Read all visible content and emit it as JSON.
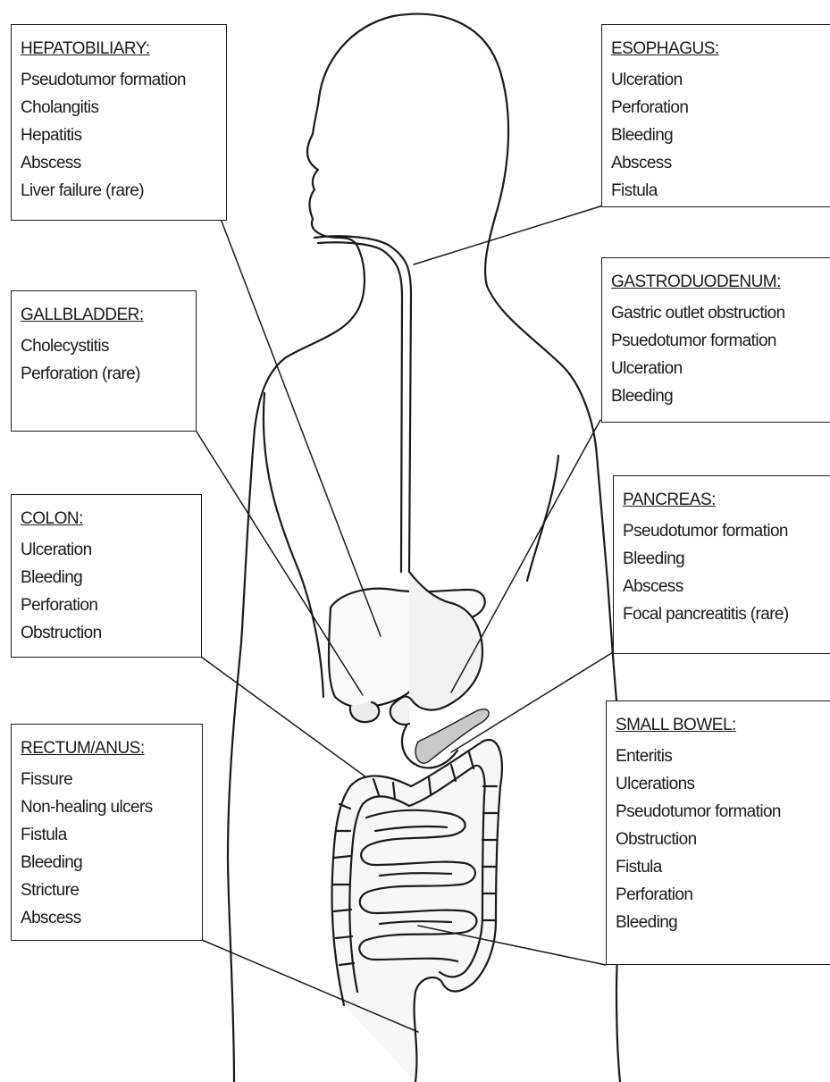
{
  "boxes": {
    "hepatobiliary": {
      "title": "HEPATOBILIARY:",
      "items": [
        "Pseudotumor formation",
        "Cholangitis",
        "Hepatitis",
        "Abscess",
        "Liver failure (rare)"
      ]
    },
    "esophagus": {
      "title": "ESOPHAGUS:",
      "items": [
        "Ulceration",
        "Perforation",
        "Bleeding",
        "Abscess",
        "Fistula"
      ]
    },
    "gallbladder": {
      "title": "GALLBLADDER:",
      "items": [
        "Cholecystitis",
        "Perforation (rare)"
      ]
    },
    "gastroduodenum": {
      "title": "GASTRODUODENUM:",
      "items": [
        "Gastric outlet obstruction",
        "Psuedotumor formation",
        "Ulceration",
        "Bleeding"
      ]
    },
    "colon": {
      "title": "COLON:",
      "items": [
        "Ulceration",
        "Bleeding",
        "Perforation",
        "Obstruction"
      ]
    },
    "pancreas": {
      "title": "PANCREAS:",
      "items": [
        "Pseudotumor formation",
        "Bleeding",
        "Abscess",
        "Focal pancreatitis (rare)"
      ]
    },
    "rectum_anus": {
      "title": "RECTUM/ANUS:",
      "items": [
        "Fissure",
        "Non-healing ulcers",
        "Fistula",
        "Bleeding",
        "Stricture",
        "Abscess"
      ]
    },
    "small_bowel": {
      "title": "SMALL BOWEL:",
      "items": [
        "Enteritis",
        "Ulcerations",
        "Pseudotumor formation",
        "Obstruction",
        "Fistula",
        "Perforation",
        "Bleeding"
      ]
    }
  }
}
